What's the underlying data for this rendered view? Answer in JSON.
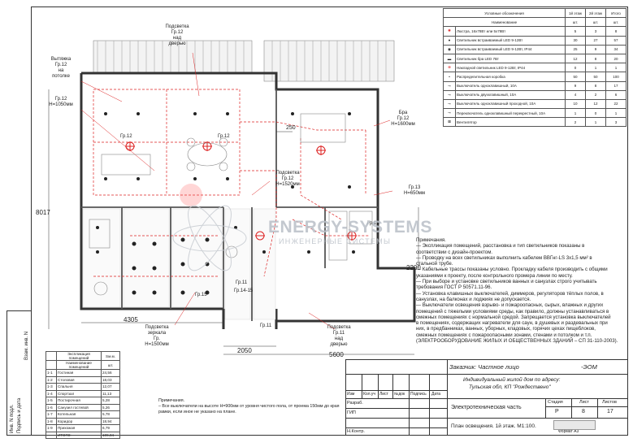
{
  "callouts": {
    "podsvetka_top": [
      "Подсветка",
      "Гр.12",
      "над",
      "дверью"
    ],
    "vytyazhka": [
      "Вытяжка",
      "Гр.12",
      "на",
      "потолке"
    ],
    "gr12_h1050": [
      "Гр.12",
      "H=1050мм"
    ],
    "bra_right": [
      "Бра",
      "Гр.12",
      "H=1600мм"
    ],
    "podsvetka_mid": [
      "Подсветка",
      "Гр.12",
      "H=1520мм"
    ],
    "gr13": [
      "Гр.13",
      "H=650мм"
    ],
    "podsvetka_mirror": [
      "Подсветка",
      "зеркала",
      "Гр.",
      "H=1500мм"
    ],
    "podsvetka_bottom": [
      "Подсветка",
      "Гр.11",
      "над",
      "дверью"
    ]
  },
  "dimensions": {
    "d250": "250",
    "d8017": "8017",
    "d4305": "4305",
    "d2050": "2050",
    "d5600": "5600",
    "d2200": "2200"
  },
  "legend": {
    "header": [
      "Условные обозначения",
      "1й этаж",
      "2й этаж",
      "Итого"
    ],
    "subheader": [
      "Наименование",
      "шт.",
      "шт.",
      "шт."
    ],
    "rows": [
      {
        "name": "Люстра, 16х78Вт или 5х78Вт",
        "a": "5",
        "b": "3",
        "c": "8"
      },
      {
        "name": "Светильник встраиваемый LED 9-12Вт",
        "a": "30",
        "b": "27",
        "c": "57"
      },
      {
        "name": "Светильник встраиваемый LED 9-12Вт, IP44",
        "a": "25",
        "b": "9",
        "c": "34"
      },
      {
        "name": "Светильник бра LED 7Вт",
        "a": "12",
        "b": "8",
        "c": "20"
      },
      {
        "name": "Накладной светильник LED 9-12Вт, IP44",
        "a": "0",
        "b": "1",
        "c": "1"
      },
      {
        "name": "Распределительная коробка",
        "a": "50",
        "b": "50",
        "c": "100"
      },
      {
        "name": "Выключатель одноклавишный, 10А",
        "a": "9",
        "b": "8",
        "c": "17"
      },
      {
        "name": "Выключатель двухклавишный, 10А",
        "a": "4",
        "b": "2",
        "c": "6"
      },
      {
        "name": "Выключатель одноклавишный проходной, 10А",
        "a": "10",
        "b": "12",
        "c": "22"
      },
      {
        "name": "Переключатель одноклавишный перекрестный, 10А",
        "a": "1",
        "b": "0",
        "c": "1"
      },
      {
        "name": "Вентилятор",
        "a": "2",
        "b": "1",
        "c": "3"
      }
    ]
  },
  "notes": {
    "title": "Примечания.",
    "lines": [
      "— Экспликация помещений, расстановка и тип светильников показаны в",
      "соответствии с дизайн-проектом.",
      "— Проводку на всех светильниках выполнить кабелем ВВГнг-LS 3х1,5 мм² в",
      "стальной трубе.",
      "— Кабельные трассы показаны условно. Прокладку кабеля производить с общими",
      "указаниями к проекту, после контрольного промера линии по месту.",
      "— При выборе и установке светильников ванных и санузлах строго учитывать",
      "требования ГОСТ Р 50571.11-96.",
      "— Установка клавишных выключателей, диммеров, регуляторов тёплых полов, в",
      "санузлах, на балконах и лоджиях не допускается.",
      "— Выключатели освещения взрыво- и пожароопасных, сырых, влажных и других",
      "помещений с тяжелыми условиями среды, как правило, должны устанавливаться в",
      "смежных помещениях с нормальной средой. Запрещается установка выключателей",
      "в помещениях, содержащих нагреватели для саун, в душевых и раздевальных при",
      "них, в предбанниках, ванных, уборных, кладовых, горячих цехах пищеблоков,",
      "смежных помещениях с пожароопасными зонами, стенами и потолком и т.п.",
      "(ЭЛЕКТРООБОРУДОВАНИЕ ЖИЛЫХ И ОБЩЕСТВЕННЫХ ЗДАНИЙ – СП 31-110-2003)."
    ]
  },
  "explication": {
    "title": "Экспликация помещений",
    "col_area": "Sм.м.",
    "col_name": "Наименование помещений",
    "unit": "шт.",
    "rows": [
      {
        "no": "1-1",
        "name": "Гостиная",
        "area": "24,56"
      },
      {
        "no": "1-2",
        "name": "Столовая",
        "area": "18,03"
      },
      {
        "no": "1-3",
        "name": "Спальня",
        "area": "12,07"
      },
      {
        "no": "1-4",
        "name": "Спортзал",
        "area": "11,13"
      },
      {
        "no": "1-5",
        "name": "Постирочная",
        "area": "5,28"
      },
      {
        "no": "1-6",
        "name": "Санузел гостевой",
        "area": "5,26"
      },
      {
        "no": "1-7",
        "name": "Котельная",
        "area": "5,78"
      },
      {
        "no": "1-8",
        "name": "Коридор",
        "area": "18,94"
      },
      {
        "no": "1-9",
        "name": "Прихожая",
        "area": "6,79"
      }
    ],
    "total_label": "ИТОГО:",
    "total": "109,04"
  },
  "bottom_note": {
    "title": "Примечания.",
    "text": "– Все выключатели на высоте H=900мм от уровня чистого пола, от проема 150мм до края рамки, если иное не указано на плане."
  },
  "titleblock": {
    "customer": "Заказчик: Частное лицо",
    "code": "-ЭОМ",
    "project_line1": "Индивидуальный жилой дом по адресу:",
    "project_line2": "Тульская обл, КП \"Рождествено\"",
    "cols": [
      "Изм",
      "Кол.уч",
      "Лист",
      "№док",
      "Подпись",
      "Дата"
    ],
    "roles": [
      "Разраб.",
      "ГИП",
      "Н.Контр."
    ],
    "section": "Электротехническая часть",
    "stage_hdr": "Стадия",
    "sheet_hdr": "Лист",
    "sheets_hdr": "Листов",
    "stage": "Р",
    "sheet": "8",
    "sheets": "17",
    "drawing": "План освещения. 1й этаж. М1:100.",
    "format": "Формат А3"
  },
  "side": {
    "inv_podl": "Инв. N подл.",
    "podpis": "Подпись и дата",
    "vzam": "Взам. инв. N"
  },
  "watermark": {
    "main": "ENERGY-SYSTEMS",
    "sub": "ИНЖЕНЕРНЫЕ СИСТЕМЫ"
  },
  "room_labels": {
    "gr12a": "Гр.12",
    "gr12b": "Гр.12",
    "gr13b": "Гр.13",
    "gr11a": "Гр.11",
    "gr11b": "Гр.11",
    "gr14": "Гр.14-15",
    "gr15": "Гр.15"
  }
}
